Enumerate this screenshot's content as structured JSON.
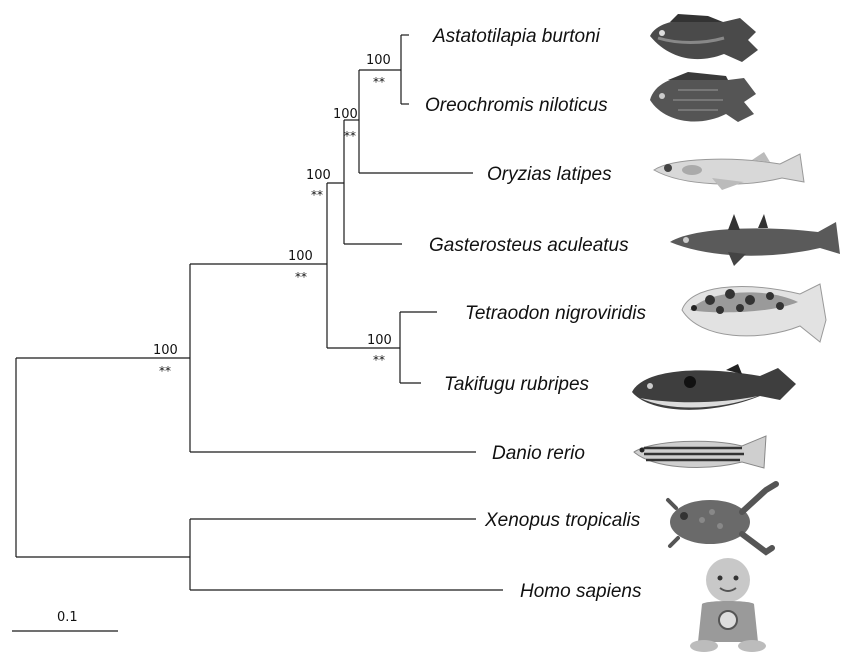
{
  "taxa": {
    "astatotilapia": "Astatotilapia burtoni",
    "oreochromis": "Oreochromis niloticus",
    "oryzias": "Oryzias latipes",
    "gasterosteus": "Gasterosteus aculeatus",
    "tetraodon": "Tetraodon nigroviridis",
    "takifugu": "Takifugu rubripes",
    "danio": "Danio rerio",
    "xenopus": "Xenopus tropicalis",
    "homo": "Homo sapiens"
  },
  "support": {
    "cichlids": "100",
    "cichlids_oryzias": "100",
    "percomorph_core": "100",
    "acanthopterygii": "100",
    "pufferfish": "100",
    "teleostei": "100",
    "double_star": "**"
  },
  "scale_bar": {
    "label": "0.1"
  },
  "icons": {
    "astatotilapia": "cichlid-fish-photo",
    "oreochromis": "tilapia-fish-photo",
    "oryzias": "medaka-fish-photo",
    "gasterosteus": "stickleback-fish-photo",
    "tetraodon": "spotted-pufferfish-photo",
    "takifugu": "fugu-pufferfish-photo",
    "danio": "zebrafish-photo",
    "xenopus": "frog-photo",
    "homo": "human-baby-photo"
  }
}
